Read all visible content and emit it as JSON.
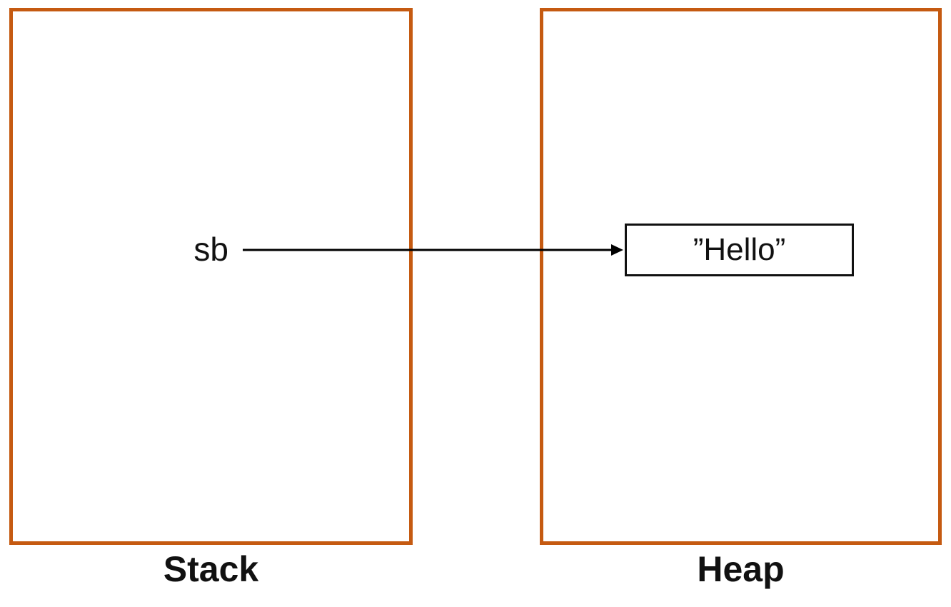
{
  "diagram": {
    "title": "stack-heap reference diagram",
    "regions": {
      "stack": {
        "label": "Stack"
      },
      "heap": {
        "label": "Heap"
      }
    },
    "variable": {
      "name": "sb"
    },
    "heap_object": {
      "value": "”Hello”"
    },
    "arrow": {
      "from": "sb",
      "to": "heap_object"
    },
    "colors": {
      "region_border": "#C55A11",
      "arrow": "#000000",
      "object_border": "#111111",
      "text": "#111111",
      "background": "#FFFFFF"
    }
  }
}
